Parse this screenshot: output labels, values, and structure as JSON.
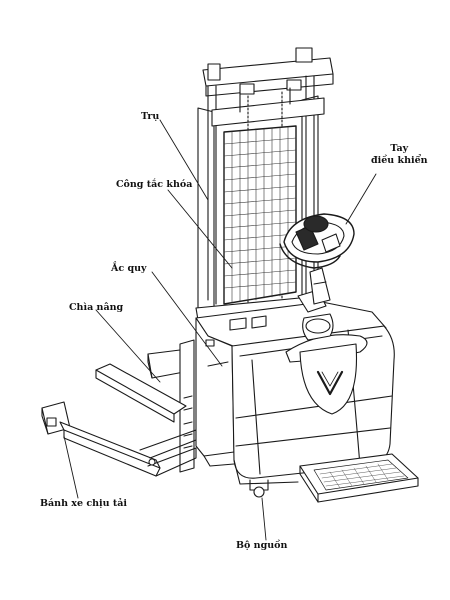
{
  "diagram": {
    "labels": {
      "mast": "Trụ",
      "control_handle_line1": "Tay",
      "control_handle_line2": "điều khiển",
      "key_switch": "Công tắc khóa",
      "battery": "Ắc quy",
      "forks": "Chìa nâng",
      "load_wheel": "Bánh xe chịu tải",
      "power_unit": "Bộ nguồn"
    },
    "colors": {
      "line": "#1a1a1a",
      "background": "#ffffff",
      "mesh": "#333333"
    }
  }
}
